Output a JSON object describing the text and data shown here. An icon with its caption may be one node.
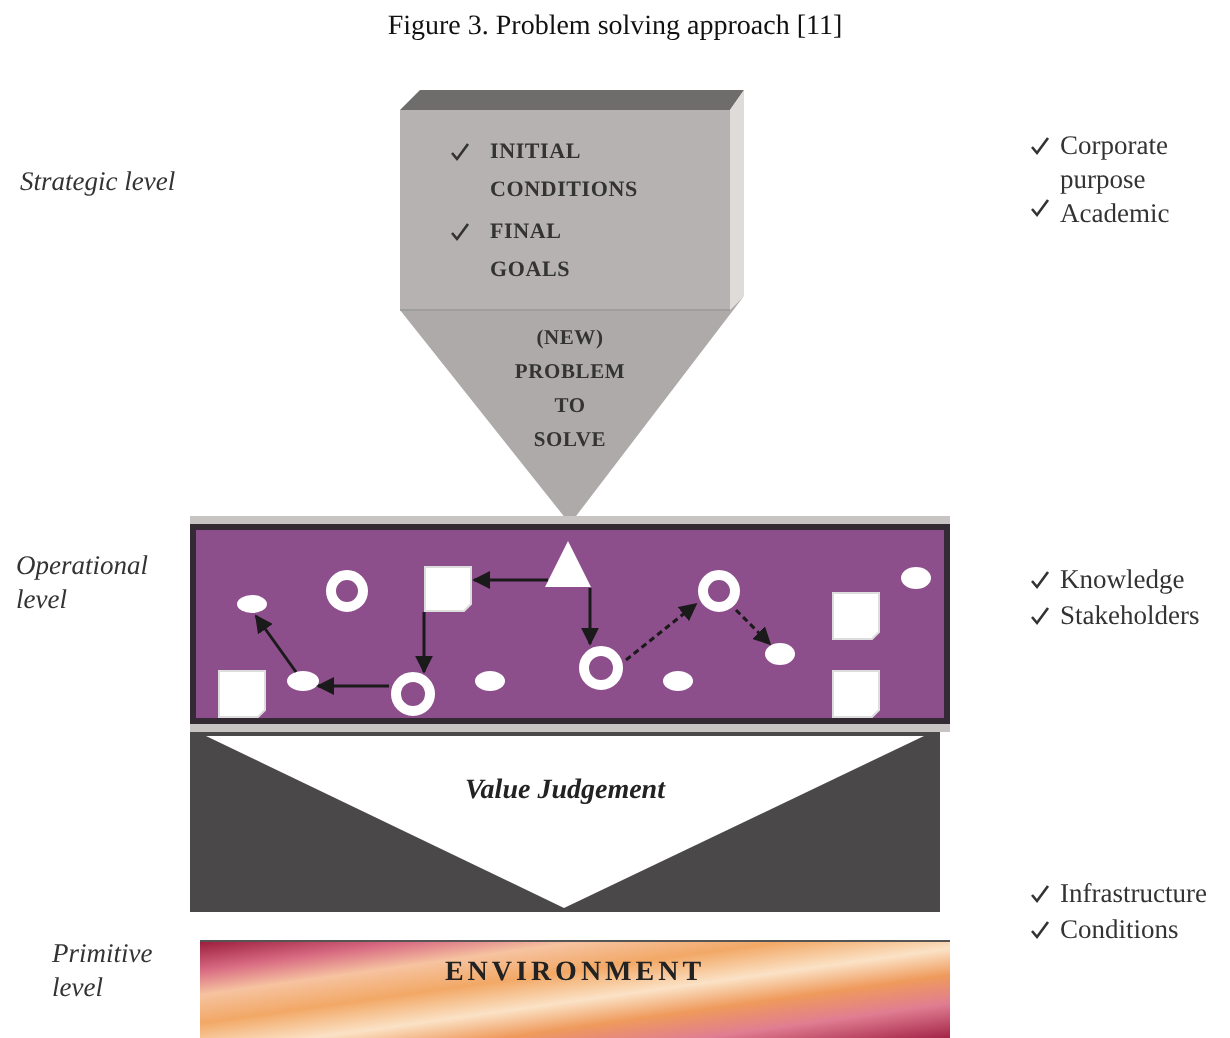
{
  "diagram": {
    "title": "Figure 3. Problem solving approach [11]",
    "nodes": [
      {
        "text": [
          "INITIAL CONDITIONS",
          "FINAL GOALS",
          "(NEW) PROBLEM TO SOLVE"
        ]
      },
      {
        "text": [],
        "shape": "box"
      },
      {
        "text": [],
        "shape": "triangle",
        "in": 1
      },
      {
        "text": [],
        "shape": "ellipse",
        "in": 1
      },
      {
        "text": [],
        "shape": "box",
        "in": 1
      },
      {
        "text": [],
        "shape": "circle",
        "in": 1
      },
      {
        "text": [],
        "shape": "circle",
        "in": 1
      },
      {
        "text": [],
        "shape": "ellipse",
        "in": 1
      },
      {
        "text": [],
        "shape": "box",
        "in": 1
      },
      {
        "text": [],
        "shape": "ellipse",
        "in": 1
      },
      {
        "text": [],
        "shape": "circle",
        "in": 1
      },
      {
        "text": [],
        "shape": "box",
        "in": 1
      },
      {
        "text": [],
        "shape": "ellipse",
        "in": 1
      },
      {
        "text": [],
        "shape": "circle",
        "in": 1
      },
      {
        "text": [],
        "shape": "ellipse",
        "in": 1
      },
      {
        "text": [],
        "shape": "ellipse",
        "in": 1
      },
      {
        "text": [],
        "shape": "box",
        "in": 1
      },
      {
        "text": [
          "Value Judgement"
        ]
      },
      {
        "text": [
          "ENVIRONMENT"
        ]
      }
    ],
    "edges": [
      {
        "from": 2,
        "to": 4,
        "arrow": "to"
      },
      {
        "from": 2,
        "to": 10,
        "arrow": "to"
      },
      {
        "from": 4,
        "to": 13,
        "arrow": "to"
      },
      {
        "from": 13,
        "to": 12,
        "arrow": "to"
      },
      {
        "from": 12,
        "to": 3,
        "arrow": "to"
      },
      {
        "from": 10,
        "to": 6,
        "arrow": "to",
        "style": "dashed"
      },
      {
        "from": 6,
        "to": 9,
        "arrow": "to",
        "style": "dashed"
      }
    ],
    "labels": [
      "Strategic level",
      "Corporate purpose",
      "Academic",
      "Operational level",
      "Knowledge",
      "Stakeholders",
      "Infrastructure",
      "Conditions",
      "Primitive level"
    ]
  }
}
